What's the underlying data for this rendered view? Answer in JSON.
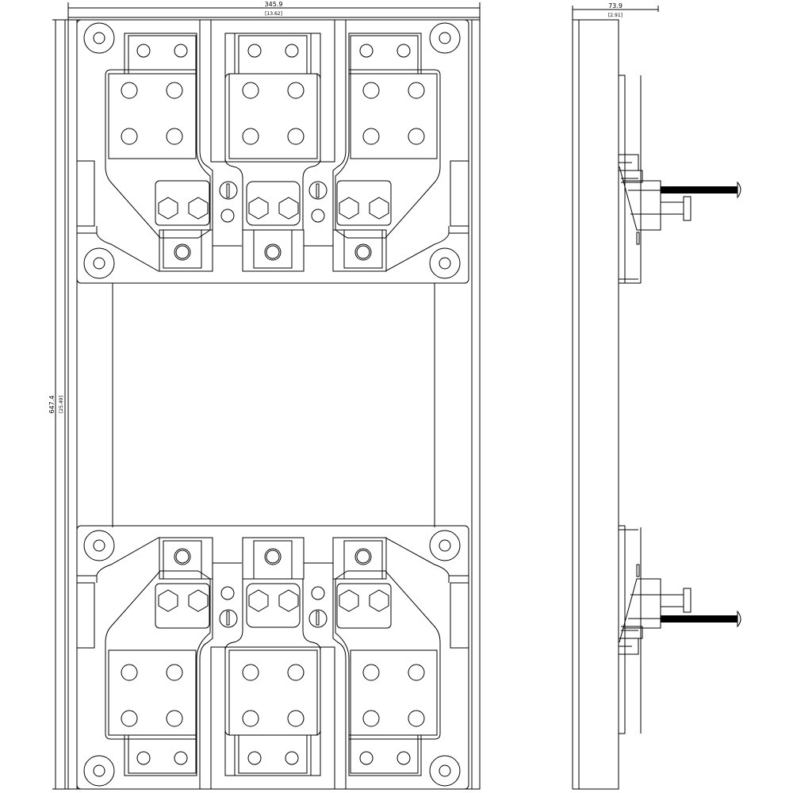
{
  "drawing": {
    "front_view": {
      "width_dimension": "345.9",
      "width_dimension_inch": "[13.62]",
      "height_dimension": "647.4",
      "height_dimension_inch": "[25.49]"
    },
    "side_view": {
      "depth_dimension": "73.9",
      "depth_dimension_inch": "[2.91]"
    },
    "line_color": "#000000",
    "background_color": "#ffffff"
  }
}
